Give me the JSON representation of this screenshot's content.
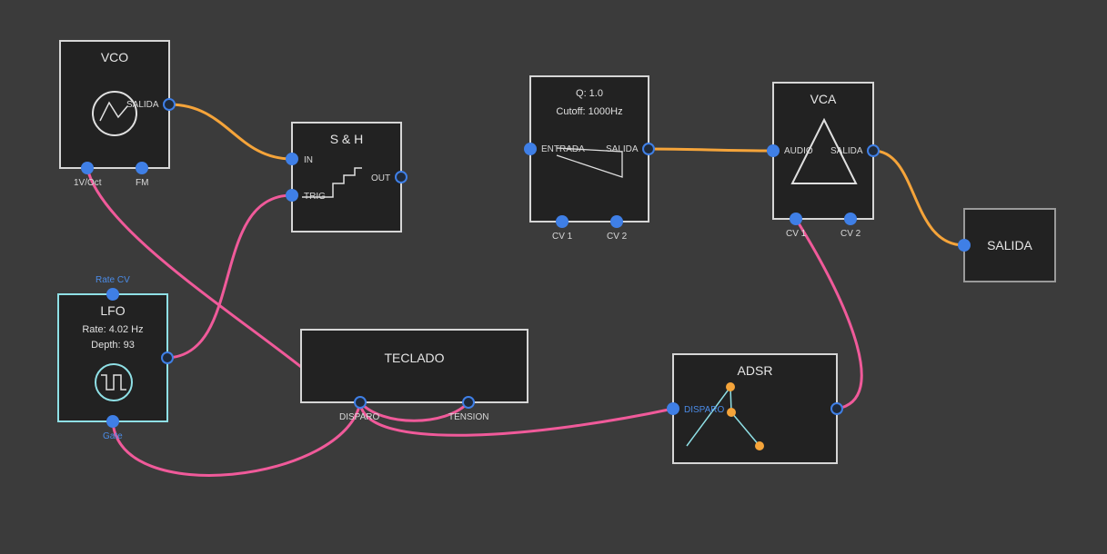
{
  "colors": {
    "background": "#3b3b3b",
    "module_bg": "#222222",
    "module_border": "#d6d6d6",
    "lfo_border": "#8fe0e6",
    "audio_cable": "#f5a43a",
    "cv_cable": "#f05a9a",
    "port": "#3f7fe6",
    "adsr_point": "#f5a43a"
  },
  "modules": {
    "vco": {
      "title": "VCO",
      "out": "SALIDA",
      "in1": "1V/Oct",
      "in2": "FM",
      "icon": "triangle-wave-icon"
    },
    "sh": {
      "title": "S & H",
      "in": "IN",
      "trig": "TRIG",
      "out": "OUT",
      "icon": "staircase-icon"
    },
    "lfo": {
      "title": "LFO",
      "rate": "Rate: 4.02 Hz",
      "depth": "Depth: 93",
      "rate_cv": "Rate CV",
      "gate": "Gate",
      "icon": "square-wave-icon"
    },
    "teclado": {
      "title": "TECLADO",
      "out1": "DISPARO",
      "out2": "TENSION"
    },
    "filter": {
      "q": "Q: 1.0",
      "cutoff": "Cutoff: 1000Hz",
      "in": "ENTRADA",
      "out": "SALIDA",
      "cv1": "CV 1",
      "cv2": "CV 2",
      "icon": "lowpass-curve-icon"
    },
    "vca": {
      "title": "VCA",
      "in": "AUDIO",
      "out": "SALIDA",
      "cv1": "CV 1",
      "cv2": "CV 2",
      "icon": "triangle-icon"
    },
    "adsr": {
      "title": "ADSR",
      "in": "DISPARO",
      "icon": "envelope-icon"
    },
    "salida": {
      "title": "SALIDA"
    }
  }
}
